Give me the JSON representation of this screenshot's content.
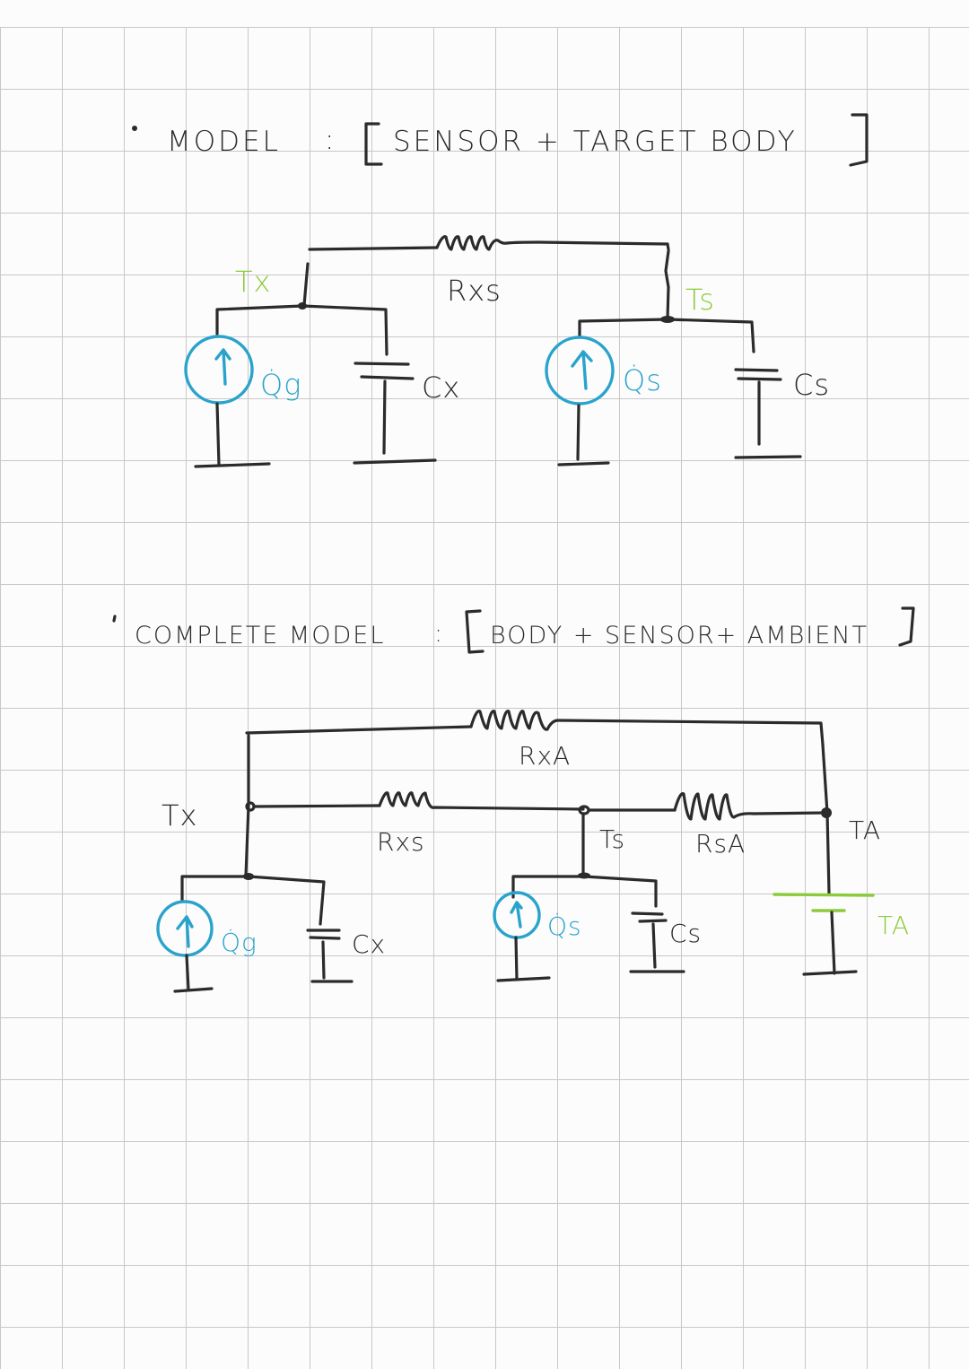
{
  "page": {
    "background_color": "#fcfcfc",
    "grid_color": "#c8c8c8",
    "ink_color": "#2b2b2b",
    "source_color": "#2aa3cc",
    "temperature_label_color": "#8ccb3c"
  },
  "section1": {
    "bullet": "•",
    "title": "MODEL : [SENSOR + TARGET BODY]",
    "title_prefix": "MODEL",
    "title_separator": ":",
    "title_bracket_content": "SENSOR + TARGET BODY",
    "circuit": {
      "nodes": {
        "target_temp": "Tx",
        "sensor_temp": "Ts"
      },
      "resistor": {
        "label": "Rxs"
      },
      "sources": [
        {
          "label": "Q̇g",
          "direction": "up"
        },
        {
          "label": "Q̇s",
          "direction": "up"
        }
      ],
      "capacitors": [
        {
          "label": "Cx"
        },
        {
          "label": "Cs"
        }
      ]
    }
  },
  "section2": {
    "bullet": "•",
    "title": "COMPLETE MODEL : [BODY + SENSOR + AMBIENT]",
    "title_prefix": "COMPLETE MODEL",
    "title_separator": ":",
    "title_bracket_content": "BODY + SENSOR+ AMBIENT",
    "circuit": {
      "nodes": {
        "target_temp": "Tx",
        "sensor_temp": "Ts",
        "ambient_temp": "TA"
      },
      "resistors": [
        {
          "label": "RxA"
        },
        {
          "label": "Rxs"
        },
        {
          "label": "RsA"
        }
      ],
      "sources": [
        {
          "label": "Q̇g",
          "direction": "up"
        },
        {
          "label": "Q̇s",
          "direction": "up"
        }
      ],
      "capacitors": [
        {
          "label": "Cx"
        },
        {
          "label": "Cs"
        }
      ],
      "ambient_source": {
        "label": "TA"
      }
    }
  }
}
